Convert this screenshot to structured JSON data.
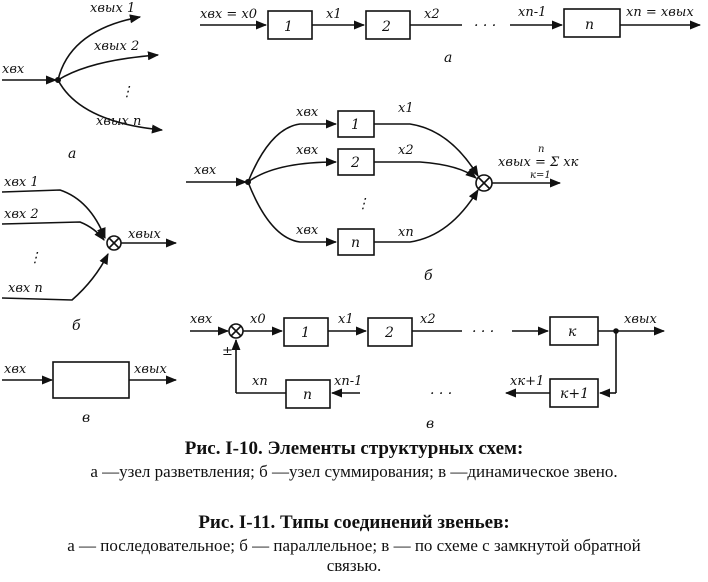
{
  "fig10": {
    "a": {
      "input": "xвх",
      "outputs": [
        "xвых 1",
        "xвых 2",
        "xвых n"
      ],
      "dots": "⋮",
      "letter": "а"
    },
    "b": {
      "inputs": [
        "xвх 1",
        "xвх 2",
        "xвх n"
      ],
      "dots": "⋮",
      "output": "xвых",
      "letter": "б"
    },
    "c": {
      "input": "xвх",
      "output": "xвых",
      "letter": "в"
    }
  },
  "fig11": {
    "a": {
      "input": "xвх = x0",
      "blocks": [
        "1",
        "2",
        "n"
      ],
      "signals": [
        "x1",
        "x2",
        "xn-1"
      ],
      "dots": "· · ·",
      "output": "xn = xвых",
      "letter": "а"
    },
    "b": {
      "input": "xвх",
      "branch_input": "xвх",
      "blocks": [
        "1",
        "2",
        "n"
      ],
      "signals": [
        "x1",
        "x2",
        "xn"
      ],
      "dots": "⋮",
      "output": "xвых = Σ xк",
      "sum_upper": "n",
      "sum_lower": "к=1",
      "letter": "б"
    },
    "c": {
      "input": "xвх",
      "pm": "±",
      "forward_blocks": [
        "1",
        "2",
        "к"
      ],
      "forward_signals": [
        "x0",
        "x1",
        "x2"
      ],
      "output": "xвых",
      "feedback_blocks": [
        "к+1",
        "n"
      ],
      "feedback_signals": [
        "xк+1",
        "xn-1",
        "xn"
      ],
      "dots": "· · ·",
      "letter": "в"
    }
  },
  "captions": {
    "fig10_title": "Рис. I-10. Элементы структурных схем:",
    "fig10_body": "а —узел разветвления; б —узел суммирования; в —динамическое звено.",
    "fig11_title": "Рис. I-11. Типы соединений звеньев:",
    "fig11_body": "а — последовательное; б — параллельное; в — по схеме с замкнутой обратной связью."
  }
}
